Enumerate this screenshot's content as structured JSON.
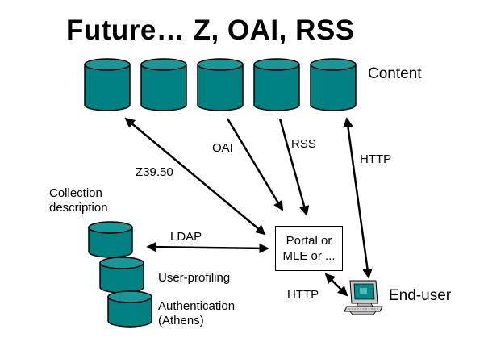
{
  "title": "Future… Z, OAI, RSS",
  "colors": {
    "cylinder_fill": "#008080",
    "cylinder_top": "#1a9696",
    "stroke": "#000000",
    "monitor_screen": "#008b8b",
    "background": "#ffffff"
  },
  "labels": {
    "content": "Content",
    "oai": "OAI",
    "rss": "RSS",
    "z3950": "Z39.50",
    "http_top": "HTTP",
    "collection_line1": "Collection",
    "collection_line2": "description",
    "ldap": "LDAP",
    "portal_line1": "Portal or",
    "portal_line2": "MLE or ...",
    "user_profiling": "User-profiling",
    "auth_line1": "Authentication",
    "auth_line2": "(Athens)",
    "http_bottom": "HTTP",
    "end_user": "End-user"
  },
  "icons": {
    "content_store": "database-cylinder-icon",
    "local_store": "database-cylinder-icon",
    "end_user": "computer-workstation-icon"
  }
}
